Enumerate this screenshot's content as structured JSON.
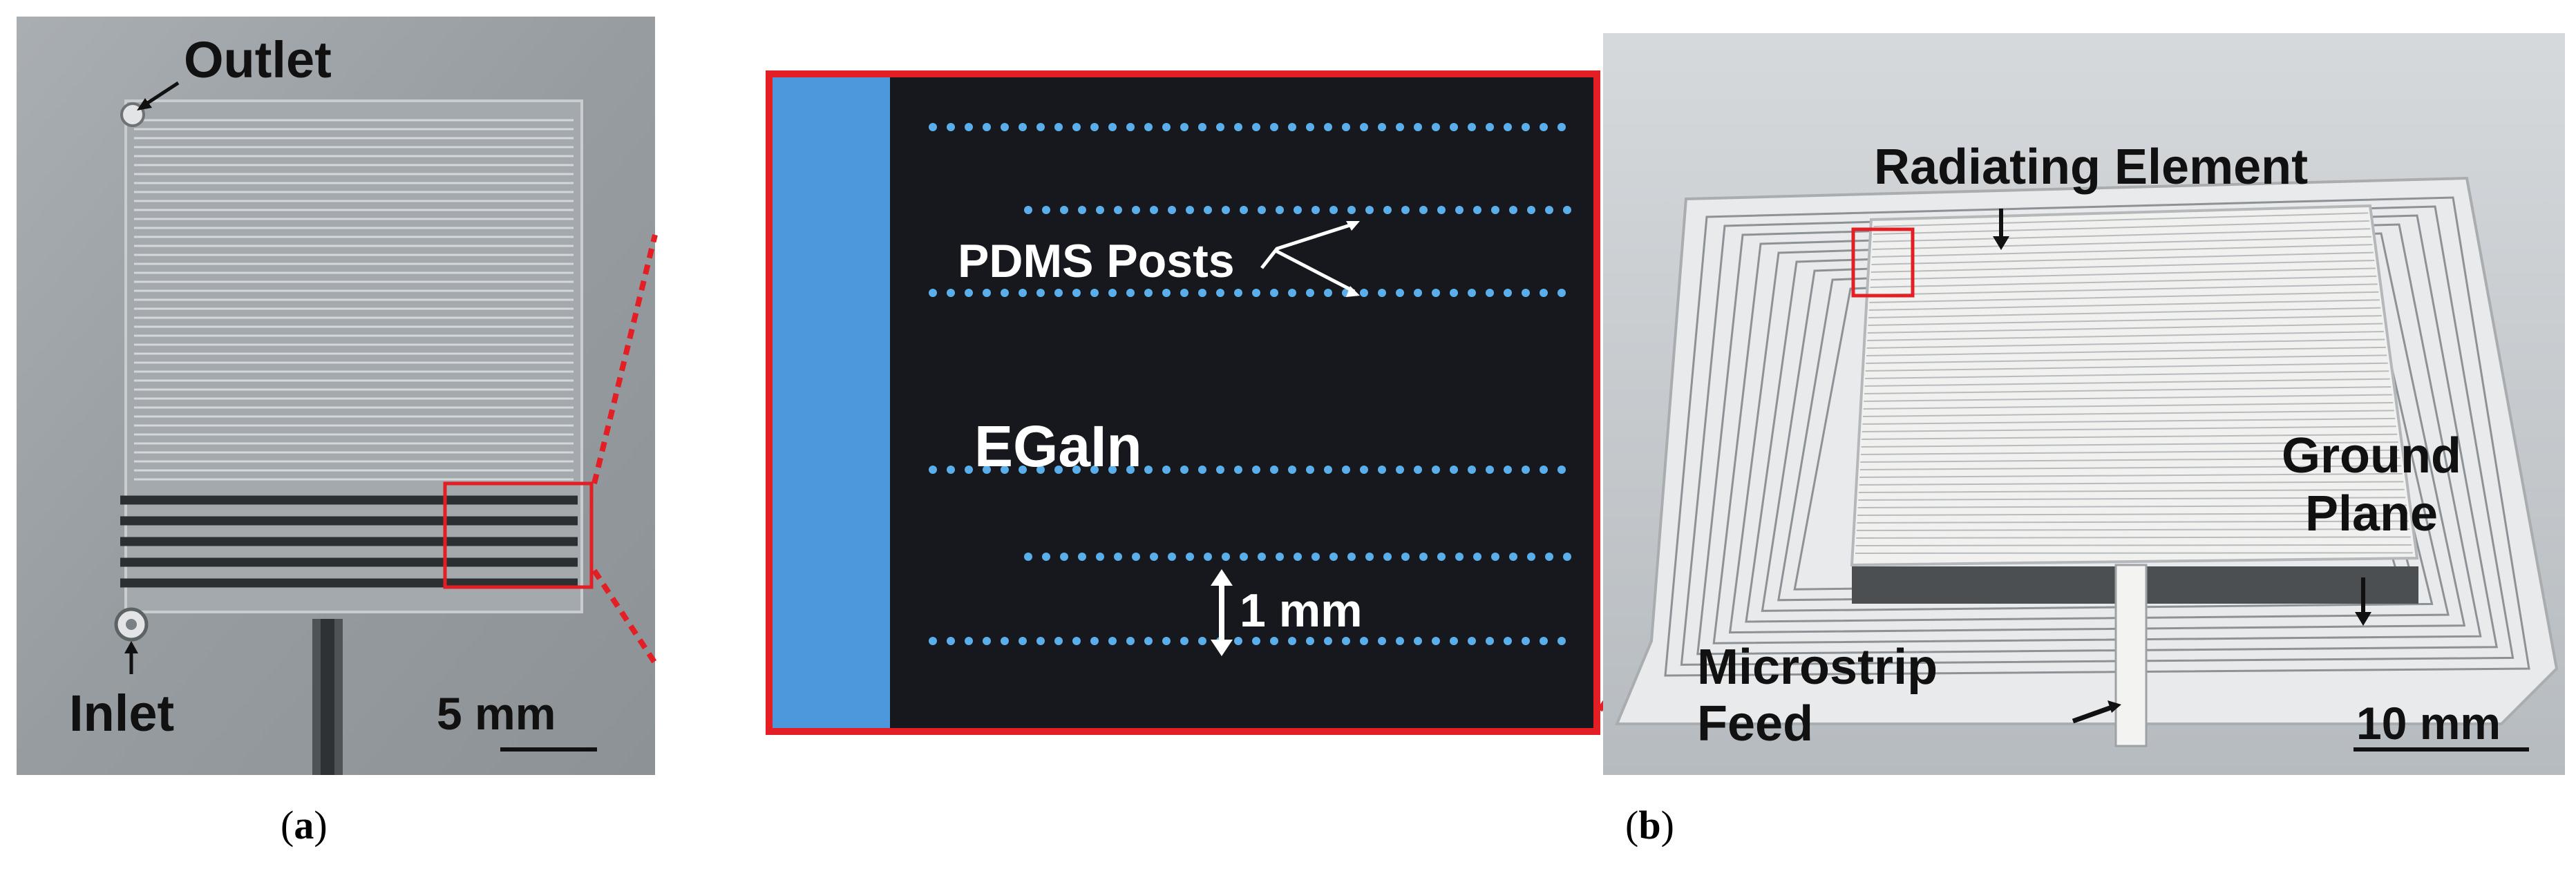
{
  "panel_a": {
    "outlet_label": "Outlet",
    "inlet_label": "Inlet",
    "scale_label": "5 mm",
    "caption_letter": "a"
  },
  "inset": {
    "posts_label": "PDMS Posts",
    "material_label": "EGaIn",
    "spacing_label": "1 mm"
  },
  "panel_b": {
    "radiating_label": "Radiating Element",
    "ground_label_line1": "Ground",
    "ground_label_line2": "Plane",
    "feed_label_line1": "Microstrip",
    "feed_label_line2": "Feed",
    "scale_label": "10 mm",
    "caption_letter": "b"
  },
  "colors": {
    "highlight_red": "#e31e24",
    "inset_background": "#16181d",
    "inset_channel_blue": "#4d97dd",
    "post_blue": "#5aaeea",
    "photo_a_gray": "#9aa0a4",
    "photo_b_gray": "#c7cbcf"
  }
}
